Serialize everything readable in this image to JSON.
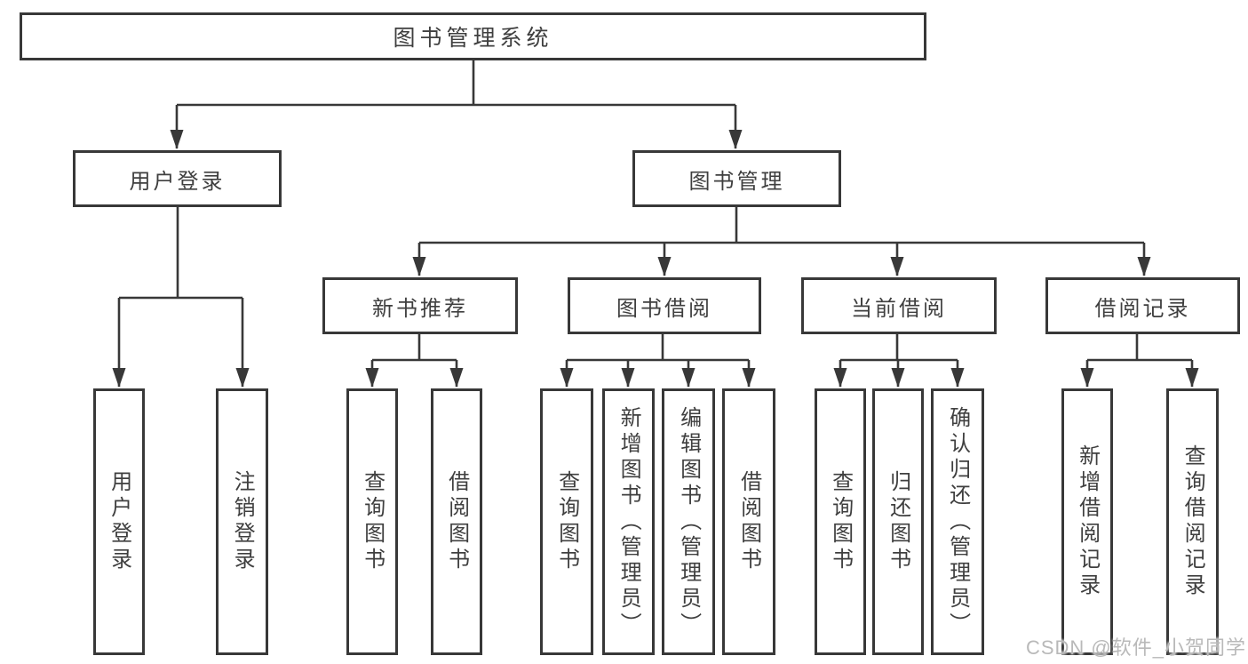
{
  "diagram": {
    "type": "hierarchy-tree",
    "tree": {
      "label": "图书管理系统",
      "children": [
        {
          "label": "用户登录",
          "children": [
            {
              "label": "用户登录"
            },
            {
              "label": "注销登录"
            }
          ]
        },
        {
          "label": "图书管理",
          "children": [
            {
              "label": "新书推荐",
              "children": [
                {
                  "label": "查询图书"
                },
                {
                  "label": "借阅图书"
                }
              ]
            },
            {
              "label": "图书借阅",
              "children": [
                {
                  "label": "查询图书"
                },
                {
                  "label": "新增图书（管理员）"
                },
                {
                  "label": "编辑图书（管理员）"
                },
                {
                  "label": "借阅图书"
                }
              ]
            },
            {
              "label": "当前借阅",
              "children": [
                {
                  "label": "查询图书"
                },
                {
                  "label": "归还图书"
                },
                {
                  "label": "确认归还（管理员）"
                }
              ]
            },
            {
              "label": "借阅记录",
              "children": [
                {
                  "label": "新增借阅记录"
                },
                {
                  "label": "查询借阅记录"
                }
              ]
            }
          ]
        }
      ]
    },
    "line_color": "#383838",
    "box_fill": "#ffffff",
    "text_color": "#3f3f3f"
  },
  "watermark": {
    "text": "CSDN @软件_小贺同学",
    "color": "#b9b9b9"
  }
}
